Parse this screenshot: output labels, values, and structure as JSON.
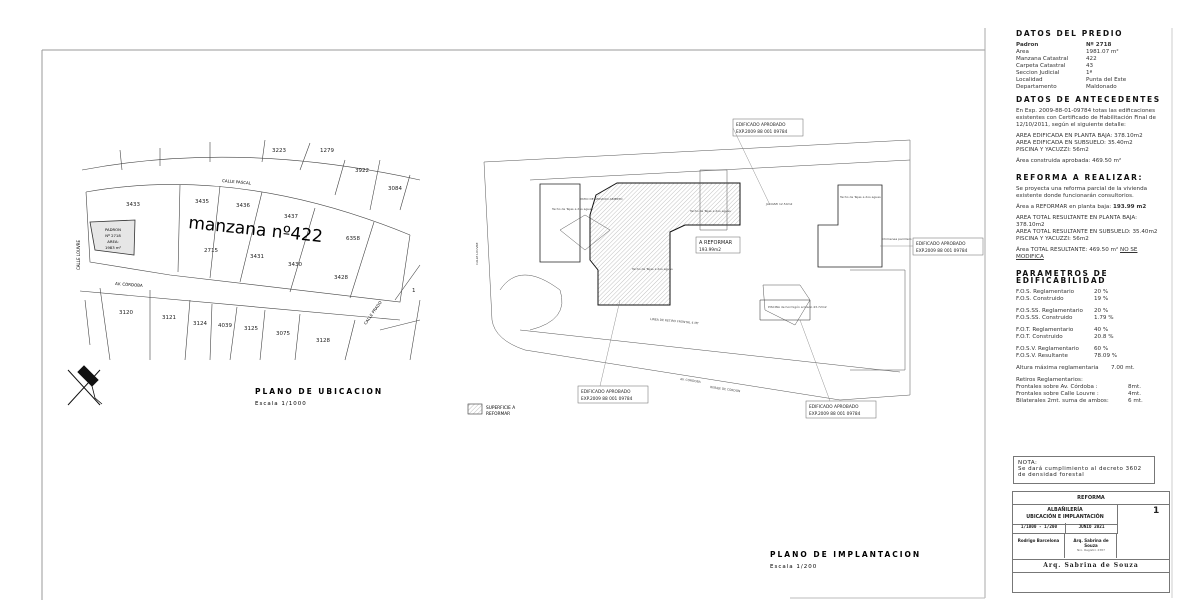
{
  "ubicacion": {
    "title": "PLANO DE UBICACION",
    "scale": "Escala 1/1000",
    "block_label": "manzana nº422",
    "lots": [
      "3223",
      "1279",
      "3922",
      "3084",
      "3433",
      "3435",
      "3436",
      "3437",
      "6358",
      "2715",
      "3431",
      "3430",
      "3428",
      "3120",
      "3121",
      "3124",
      "4039",
      "3125",
      "3075",
      "3128",
      "1"
    ],
    "streets": {
      "pascal": "CALLE PASCAL",
      "cordoba": "AV. CÓRDOBA",
      "louvre": "CALLE LOUVRE",
      "prado": "CALLE PRADO"
    },
    "padron_lines": [
      "PADRON",
      "Nº 2718",
      "AREA:",
      "1983 m²"
    ]
  },
  "implantacion": {
    "title": "PLANO DE IMPLANTACION",
    "scale": "Escala 1/200",
    "approved_label": "EDIFICADO APROBADO",
    "approved_exp": "EXP.2009 88 001 09784",
    "reformar_label": "A REFORMAR",
    "reformar_area": "193.99m2",
    "legend": [
      "SUPERFICIE A",
      "REFORMAR"
    ],
    "notes": {
      "techo1": "Techo de Tejas a dos aguas",
      "piscina": "PISCINA de hormigón armado 43.72m2",
      "jacuzzi": "JACUZZI 12.54m2",
      "patio": "PATIO DE SERVICIO ABIERTO",
      "chimenea": "Chimenea parrillero",
      "linea_retiro": "LINEA DE RETIRO FRONTAL 4 MT",
      "cordon": "REBAJE DE CORDON",
      "av": "AV. CORDOBA",
      "louvre": "CALLE LOUVRE"
    }
  },
  "panel": {
    "predio": {
      "title": "DATOS DEL PREDIO",
      "rows": [
        [
          "Padron",
          "Nº 2718"
        ],
        [
          "Area",
          "1981.07 m²"
        ],
        [
          "Manzana Catastral",
          "422"
        ],
        [
          "Carpeta Catastral",
          "43"
        ],
        [
          "Seccion Judicial",
          "1ª"
        ],
        [
          "Localidad",
          "Punta del Este"
        ],
        [
          "Departamento",
          "Maldonado"
        ]
      ]
    },
    "antecedentes": {
      "title": "DATOS DE ANTECEDENTES",
      "p1": "En Exp. 2009-88-01-09784 totas las edificaciones existentes con Certificado de Habilitación Final de 12/10/2011, según el siguiente detalle:",
      "p2": [
        "AREA EDIFICADA EN PLANTA BAJA: 378.10m2",
        "AREA EDIFICADA EN SUBSUELO: 35.40m2",
        "PISCINA Y YACUZZI: 56m2"
      ],
      "p3": "Área construida aprobada:   469.50 m²"
    },
    "reforma": {
      "title": "REFORMA A REALIZAR:",
      "p1": "Se proyecta una reforma parcial de la vivienda existente donde funcionarán consultorios.",
      "p2_label": "Área a REFORMAR en planta baja: ",
      "p2_value": "193.99 m2",
      "p3": [
        "AREA TOTAL RESULTANTE EN PLANTA BAJA: 378.10m2",
        "AREA TOTAL RESULTANTE EN SUBSUELO: 35.40m2",
        "PISCINA Y YACUZZI: 56m2"
      ],
      "p4_label": "Área TOTAL RESULTANTE:   469.50 m² ",
      "p4_value": "NO SE MODIFICA"
    },
    "parametros": {
      "title": "PARAMETROS DE EDIFICABILIDAD",
      "groups": [
        [
          [
            "F.O.S. Reglamentario",
            "20 %"
          ],
          [
            "F.O.S. Construido",
            "19 %"
          ]
        ],
        [
          [
            "F.O.S.SS.    Reglamentario",
            "20 %"
          ],
          [
            "F.O.S.SS. Construido",
            "1.79 %"
          ]
        ],
        [
          [
            "F.O.T. Reglamentario",
            "40 %"
          ],
          [
            "F.O.T. Construido",
            "20.8 %"
          ]
        ],
        [
          [
            "F.O.S.V. Reglamentario",
            "60 %"
          ],
          [
            "F.O.S.V. Resultante",
            "78.09 %"
          ]
        ]
      ],
      "altura": [
        "Altura máxima reglamentaria",
        "7.00 mt."
      ],
      "retiros_title": "Retiros Reglamentarios:",
      "retiros": [
        [
          "Frontales sobre Av. Córdoba :",
          "8mt."
        ],
        [
          "Frontales sobre Calle Louvre :",
          "4mt."
        ],
        [
          "Bilaterales 2mt. suma de ambos:",
          "6 mt."
        ]
      ]
    },
    "nota": {
      "title": "NOTA:",
      "text": "Se dará cumplimiento al decreto 3602 de densidad forestal"
    },
    "titleblock": {
      "header": "REFORMA",
      "plano1": "ALBAÑILERÍA",
      "plano2": "UBICACIÓN E IMPLANTACIÓN",
      "lamina": "1",
      "escala": "1/1000 - 1/200",
      "fecha": "JUNIO 2021",
      "propietario": "Rodrigo Barcelona",
      "tecnico": "Arq. Sabrina de Souza",
      "registro": "Nro. Registro 2387",
      "arq": "Arq. Sabrina de Souza"
    }
  }
}
